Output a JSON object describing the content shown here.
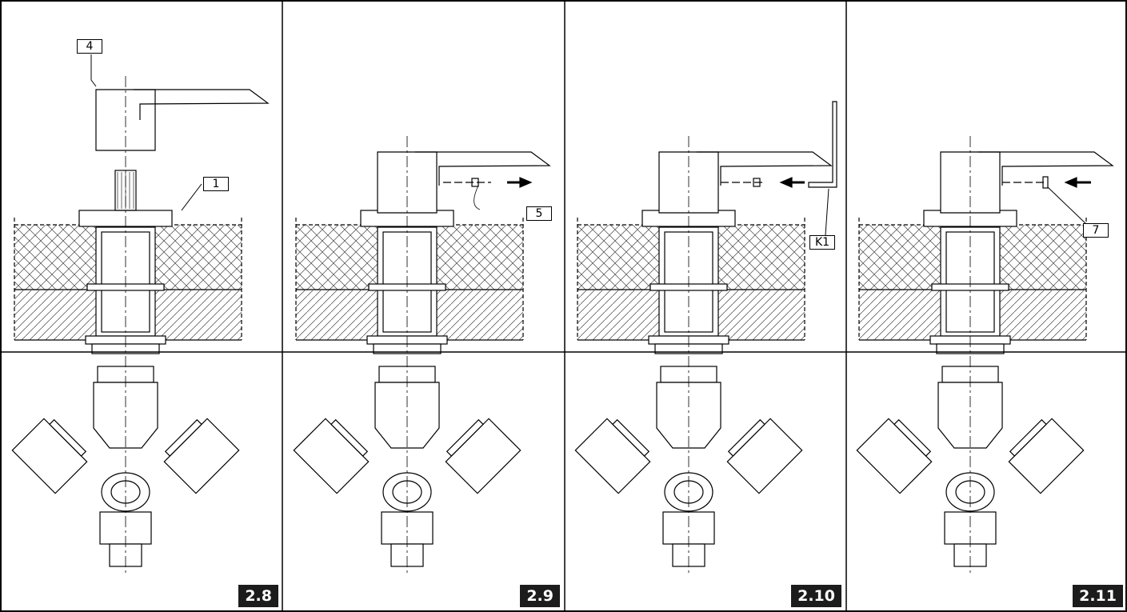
{
  "figures": [
    {
      "number": "2.8",
      "callouts": [
        {
          "id": "c4",
          "label": "4"
        },
        {
          "id": "c1",
          "label": "1"
        }
      ]
    },
    {
      "number": "2.9",
      "callouts": [
        {
          "id": "c5",
          "label": "5"
        }
      ]
    },
    {
      "number": "2.10",
      "callouts": [
        {
          "id": "ck1",
          "label": "K1"
        }
      ]
    },
    {
      "number": "2.11",
      "callouts": [
        {
          "id": "c7",
          "label": "7"
        }
      ]
    }
  ],
  "colors": {
    "line": "#000000",
    "badge_bg": "#1c1c1c",
    "badge_text": "#ffffff"
  }
}
